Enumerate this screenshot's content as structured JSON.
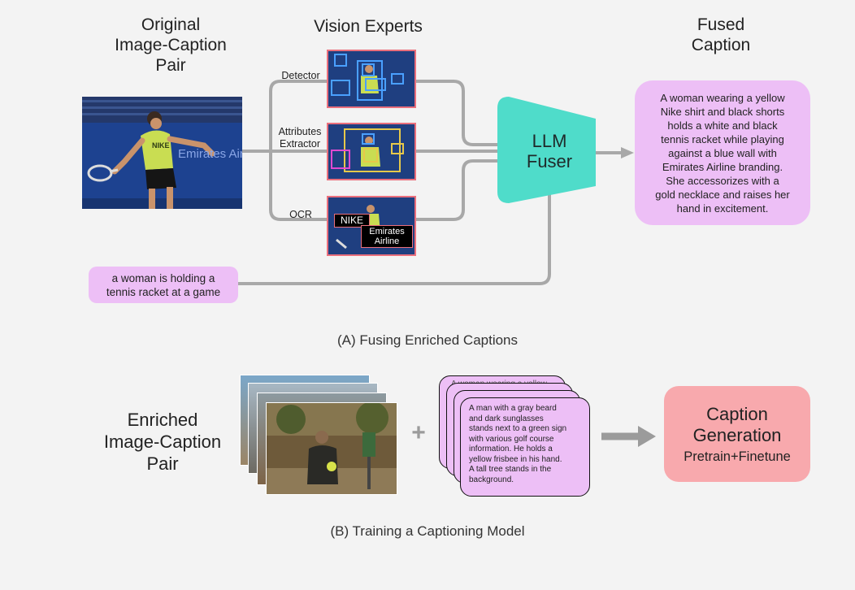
{
  "top": {
    "original_heading": [
      "Original",
      "Image-Caption",
      "Pair"
    ],
    "experts_heading": "Vision Experts",
    "fused_heading": [
      "Fused",
      "Caption"
    ],
    "experts": {
      "detector": "Detector",
      "attributes": [
        "Attributes",
        "Extractor"
      ],
      "ocr": "OCR"
    },
    "photo_sign": "Emirates Airline",
    "photo_shirt": "NIKE",
    "ocr_tags": {
      "nike": "NIKE",
      "emirates": [
        "Emirates",
        "Airline"
      ]
    },
    "fuser_label": [
      "LLM",
      "Fuser"
    ],
    "input_caption": [
      "a woman is holding a",
      "tennis racket at a game"
    ],
    "fused_caption": [
      "A woman wearing a yellow",
      "Nike shirt and black shorts",
      "holds a white and black",
      "tennis racket while playing",
      "against a blue wall with",
      "Emirates Airline branding.",
      "She accessorizes with a",
      "gold necklace and raises her",
      "hand in excitement."
    ],
    "section_caption": "(A) Fusing Enriched Captions"
  },
  "bottom": {
    "enriched_heading": [
      "Enriched",
      "Image-Caption",
      "Pair"
    ],
    "plus": "+",
    "back_card_text": "A woman wearing a yellow",
    "front_card_text": [
      "A man with a gray beard",
      "and dark sunglasses",
      "stands next to a green sign",
      "with various golf course",
      "information. He holds a",
      "yellow frisbee in his hand.",
      "A tall tree stands in the",
      "background."
    ],
    "generation": {
      "title": [
        "Caption",
        "Generation"
      ],
      "subtitle": "Pretrain+Finetune"
    },
    "section_caption": "(B) Training a Captioning Model"
  },
  "colors": {
    "thumb_border": "#ea6f7c",
    "caption_pink": "#edbff6",
    "fuser_teal": "#4fdcca",
    "generation_pink": "#f8a9ad",
    "connector_gray": "#a8a8a8"
  }
}
